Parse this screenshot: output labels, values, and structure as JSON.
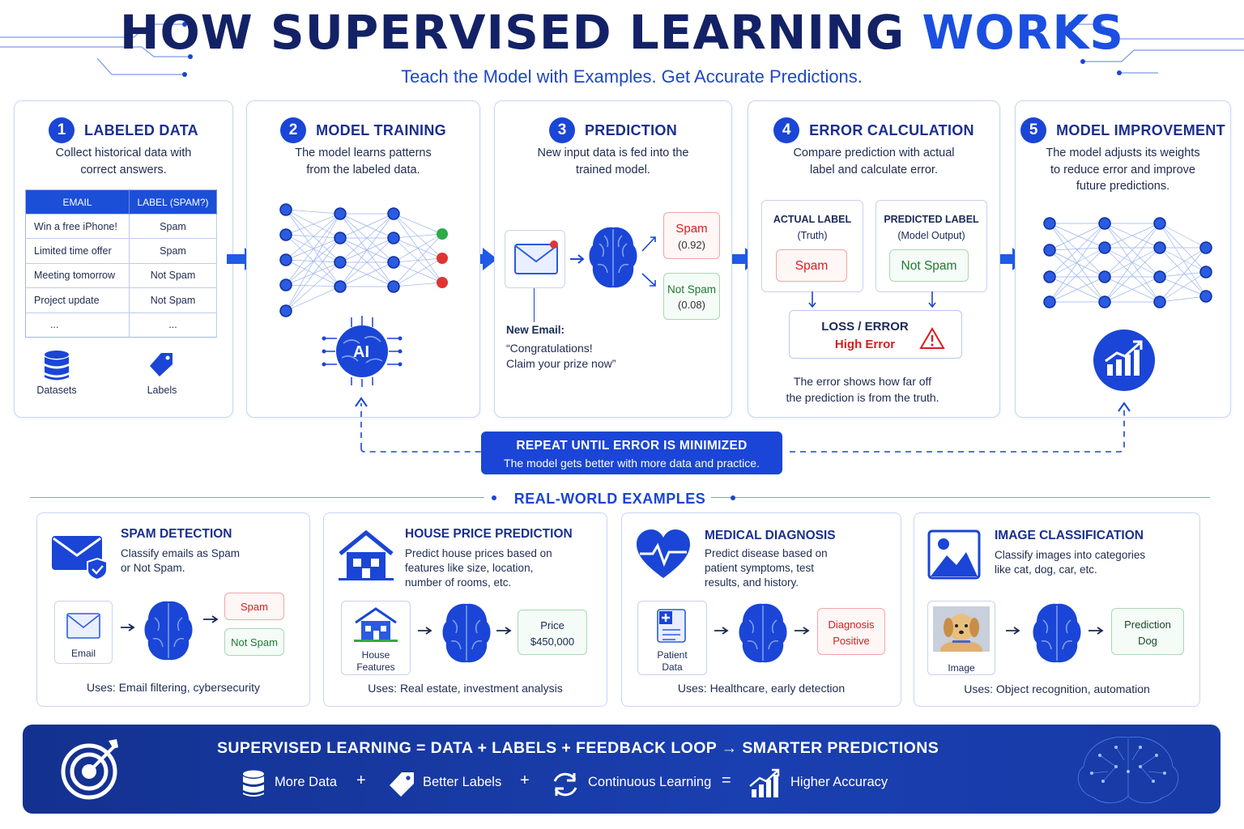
{
  "header": {
    "title_main": "HOW SUPERVISED LEARNING",
    "title_accent": "WORKS",
    "subtitle": "Teach the Model with Examples. Get Accurate Predictions."
  },
  "steps": [
    {
      "num": "1",
      "title": "LABELED DATA",
      "desc": "Collect historical data with correct answers."
    },
    {
      "num": "2",
      "title": "MODEL TRAINING",
      "desc": "The model learns patterns from the labeled data."
    },
    {
      "num": "3",
      "title": "PREDICTION",
      "desc": "New input data is fed into the trained model."
    },
    {
      "num": "4",
      "title": "ERROR CALCULATION",
      "desc": "Compare prediction with actual label and calculate error."
    },
    {
      "num": "5",
      "title": "MODEL IMPROVEMENT",
      "desc": "The model adjusts its weights to reduce error and improve future predictions."
    }
  ],
  "table": {
    "headers": [
      "EMAIL",
      "LABEL (SPAM?)"
    ],
    "rows": [
      {
        "email": "Win a free iPhone!",
        "label": "Spam"
      },
      {
        "email": "Limited time offer",
        "label": "Spam"
      },
      {
        "email": "Meeting tomorrow",
        "label": "Not Spam"
      },
      {
        "email": "Project update",
        "label": "Not Spam"
      },
      {
        "email": "...",
        "label": "..."
      }
    ],
    "icons": {
      "datasets": "Datasets",
      "labels": "Labels"
    }
  },
  "training": {
    "ai_label": "AI"
  },
  "prediction": {
    "spam": "Spam",
    "spam_score": "(0.92)",
    "notspam": "Not Spam",
    "notspam_score": "(0.08)",
    "new_email_label": "New Email:",
    "new_email_text1": "“Congratulations!",
    "new_email_text2": "Claim your prize now”"
  },
  "error": {
    "actual_title": "ACTUAL LABEL",
    "actual_sub": "(Truth)",
    "actual_value": "Spam",
    "pred_title": "PREDICTED LABEL",
    "pred_sub": "(Model Output)",
    "pred_value": "Not Spam",
    "loss_title": "LOSS / ERROR",
    "loss_value": "High Error",
    "note1": "The error shows how far off",
    "note2": "the prediction is from the truth."
  },
  "repeat": {
    "title": "REPEAT UNTIL ERROR IS MINIMIZED",
    "sub": "The model gets better with more data and practice."
  },
  "examples_title": "REAL-WORLD EXAMPLES",
  "examples": [
    {
      "title": "SPAM DETECTION",
      "desc1": "Classify emails as Spam",
      "desc2": "or Not Spam.",
      "desc3": "",
      "input": "Email",
      "input2": "",
      "out1": "Spam",
      "out2": "Not Spam",
      "uses": "Uses: Email filtering, cybersecurity"
    },
    {
      "title": "HOUSE PRICE PREDICTION",
      "desc1": "Predict house prices based on",
      "desc2": "features like size, location,",
      "desc3": "number of rooms, etc.",
      "input": "House",
      "input2": "Features",
      "out1": "Price",
      "out2": "$450,000",
      "uses": "Uses: Real estate, investment analysis"
    },
    {
      "title": "MEDICAL DIAGNOSIS",
      "desc1": "Predict disease based on",
      "desc2": "patient symptoms, test",
      "desc3": "results, and history.",
      "input": "Patient",
      "input2": "Data",
      "out1": "Diagnosis",
      "out2": "Positive",
      "uses": "Uses: Healthcare, early detection"
    },
    {
      "title": "IMAGE CLASSIFICATION",
      "desc1": "Classify images into categories",
      "desc2": "like cat, dog, car, etc.",
      "desc3": "",
      "input": "Image",
      "input2": "",
      "out1": "Prediction",
      "out2": "Dog",
      "uses": "Uses: Object recognition, automation"
    }
  ],
  "banner": {
    "formula": "SUPERVISED LEARNING = DATA + LABELS + FEEDBACK LOOP → SMARTER PREDICTIONS",
    "item1": "More Data",
    "op1": "+",
    "item2": "Better Labels",
    "op2": "+",
    "item3": "Continuous Learning",
    "op3": "=",
    "item4": "Higher Accuracy"
  },
  "colors": {
    "primary": "#1a45d6",
    "navy": "#132266",
    "spam_red": "#d42020",
    "ok_green": "#1e8a3a"
  }
}
